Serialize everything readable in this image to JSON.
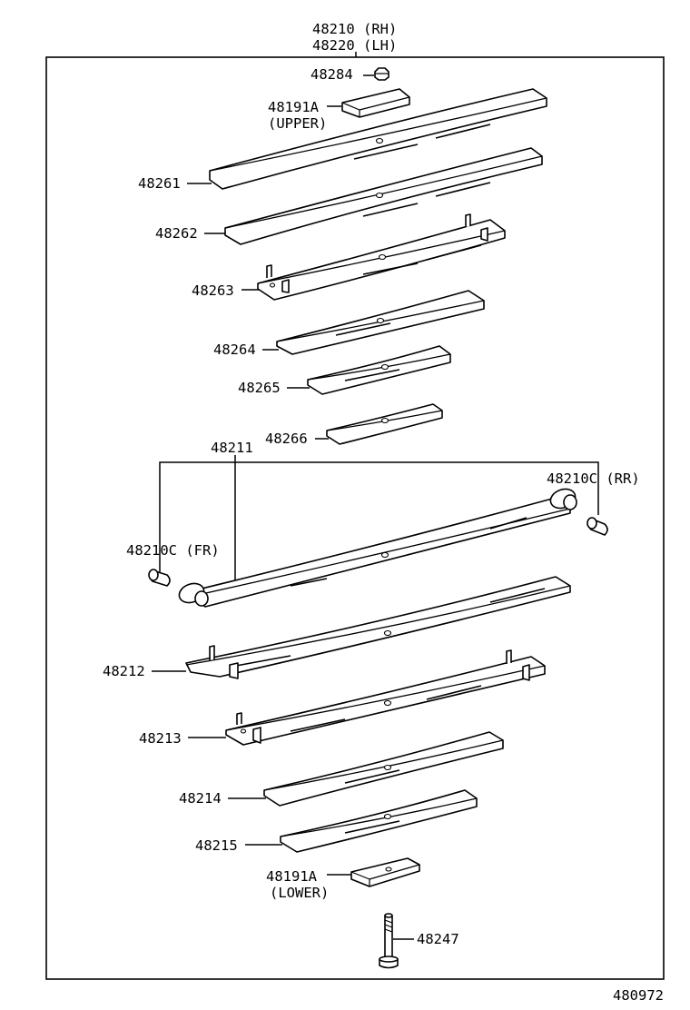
{
  "assembly": {
    "rh": "48210 (RH)",
    "lh": "48220 (LH)"
  },
  "parts": {
    "nut": "48284",
    "clip_upper": "48191A",
    "clip_upper_note": "(UPPER)",
    "leaf_1": "48261",
    "leaf_2": "48262",
    "leaf_3": "48263",
    "leaf_4": "48264",
    "leaf_5": "48265",
    "leaf_6": "48266",
    "main_leaf": "48211",
    "bushing_rear": "48210C (RR)",
    "bushing_front": "48210C (FR)",
    "leaf_7": "48212",
    "leaf_8": "48213",
    "leaf_9": "48214",
    "leaf_10": "48215",
    "clip_lower": "48191A",
    "clip_lower_note": "(LOWER)",
    "center_bolt": "48247"
  },
  "diagram_id": "480972"
}
